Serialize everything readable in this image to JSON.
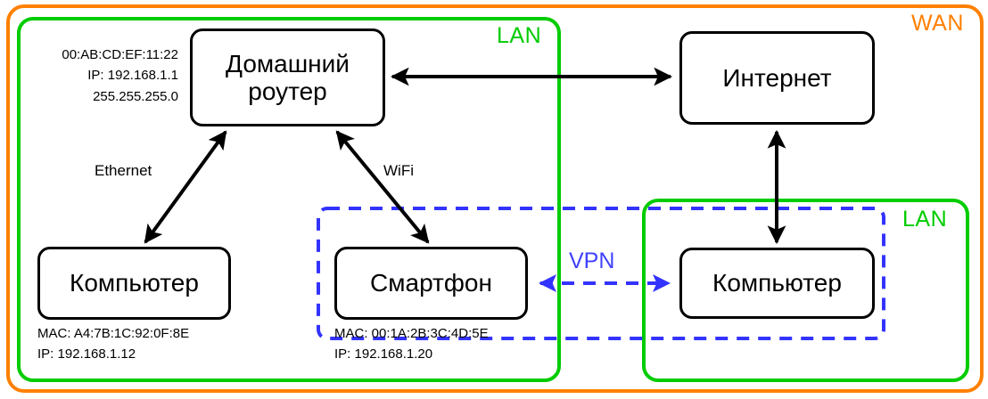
{
  "diagram": {
    "title": "Home network topology (LAN / WAN / VPN)",
    "colors": {
      "lan": "#00cc00",
      "wan": "#ff8000",
      "vpn": "#4040ff",
      "node_border": "#000000",
      "link": "#000000"
    },
    "zones": [
      {
        "id": "wan",
        "label": "WAN",
        "color": "#ff8000",
        "style": "solid"
      },
      {
        "id": "lan-home",
        "label": "LAN",
        "color": "#00cc00",
        "style": "solid"
      },
      {
        "id": "lan-remote",
        "label": "LAN",
        "color": "#00cc00",
        "style": "solid"
      },
      {
        "id": "vpn",
        "label": "VPN",
        "color": "#4040ff",
        "style": "dashed"
      }
    ],
    "nodes": [
      {
        "id": "router",
        "label": "Домашний\nроутер",
        "meta": "00:AB:CD:EF:11:22\nIP: 192.168.1.1\n255.255.255.0",
        "meta_position": "left"
      },
      {
        "id": "internet",
        "label": "Интернет",
        "meta": "",
        "meta_position": "none"
      },
      {
        "id": "computer-home",
        "label": "Компьютер",
        "meta": "MAC: A4:7B:1C:92:0F:8E\nIP: 192.168.1.12",
        "meta_position": "below"
      },
      {
        "id": "smartphone",
        "label": "Смартфон",
        "meta": "MAC: 00:1A:2B:3C:4D:5E\nIP: 192.168.1.20",
        "meta_position": "below"
      },
      {
        "id": "computer-remote",
        "label": "Компьютер",
        "meta": "",
        "meta_position": "none"
      }
    ],
    "links": [
      {
        "id": "router-internet",
        "from": "router",
        "to": "internet",
        "label": "",
        "arrows": "both",
        "style": "solid"
      },
      {
        "id": "router-computer-home",
        "from": "router",
        "to": "computer-home",
        "label": "Ethernet",
        "arrows": "both",
        "style": "solid"
      },
      {
        "id": "router-smartphone",
        "from": "router",
        "to": "smartphone",
        "label": "WiFi",
        "arrows": "both",
        "style": "solid"
      },
      {
        "id": "internet-computer-remote",
        "from": "internet",
        "to": "computer-remote",
        "label": "",
        "arrows": "both",
        "style": "solid"
      },
      {
        "id": "vpn-tunnel",
        "from": "smartphone",
        "to": "computer-remote",
        "label": "VPN",
        "arrows": "both",
        "style": "dashed"
      }
    ]
  }
}
